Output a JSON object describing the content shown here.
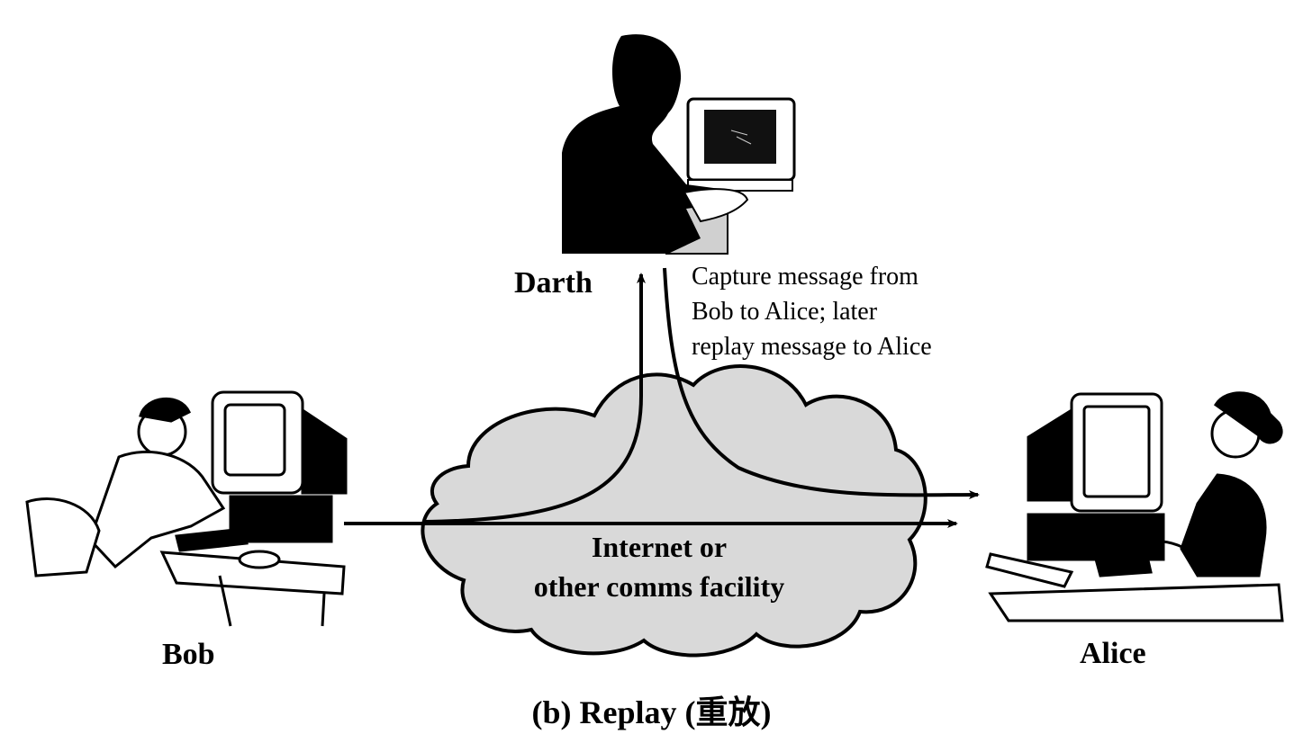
{
  "actors": {
    "attacker": "Darth",
    "sender": "Bob",
    "receiver": "Alice"
  },
  "annotation": {
    "lines": [
      "Capture message from",
      "Bob to Alice; later",
      "replay message to Alice"
    ]
  },
  "network": {
    "lines": [
      "Internet or",
      "other comms facility"
    ]
  },
  "caption": "(b) Replay (重放)",
  "colors": {
    "cloud_fill": "#d9d9d9",
    "ink": "#000000"
  },
  "icons": [
    "person-at-computer-icon",
    "silhouette-at-terminal-icon",
    "cloud-icon"
  ]
}
